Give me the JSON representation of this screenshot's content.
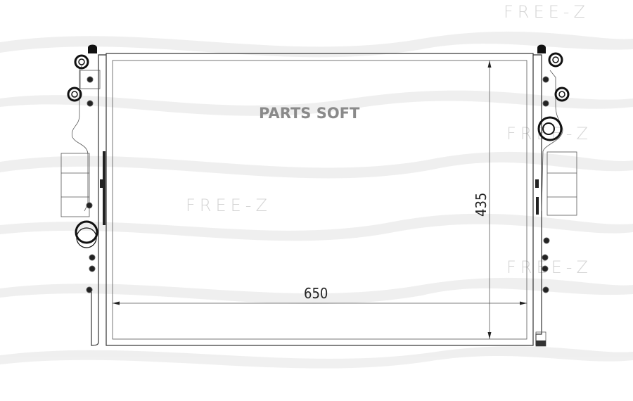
{
  "drawing": {
    "subject": "radiator",
    "brand_overlay": "PARTS SOFT",
    "watermark": "FREE-Z",
    "dimensions": {
      "width": "650",
      "height": "435"
    }
  },
  "colors": {
    "line": "#333333",
    "watermark": "#d4d4d4",
    "brand": "#8a8a8a"
  }
}
